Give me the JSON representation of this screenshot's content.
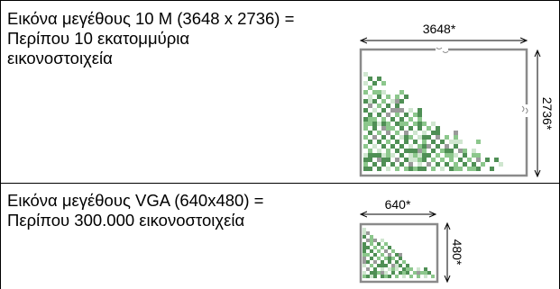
{
  "rows": [
    {
      "lines": [
        "Εικόνα μεγέθους 10 M (3648 x 2736) =",
        "Περίπου 10 εκατομμύρια",
        "εικονοστοιχεία"
      ],
      "width_label": "3648*",
      "height_label": "2736*"
    },
    {
      "lines": [
        "Εικόνα μεγέθους VGA (640x480) =",
        "Περίπου 300.000 εικονοστοιχεία"
      ],
      "width_label": "640*",
      "height_label": "480*"
    }
  ],
  "colors": {
    "frame_gray": "#8a8a8a",
    "pixel_dark": "#4f8f55",
    "pixel_mid": "#8cc78c",
    "pixel_gray": "#9a9a9a",
    "pixel_light": "#cfe6cf"
  }
}
